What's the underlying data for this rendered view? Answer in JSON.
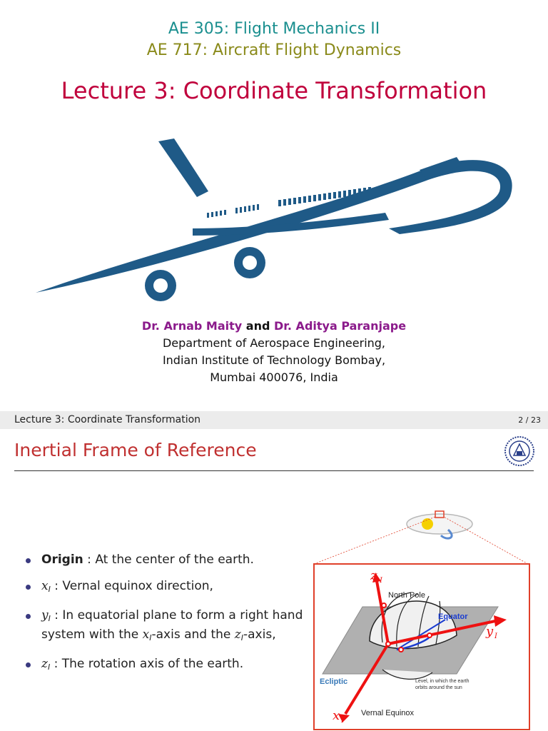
{
  "title_slide": {
    "course_1": "AE 305: Flight Mechanics II",
    "course_2": "AE 717: Aircraft Flight Dynamics",
    "lecture_title": "Lecture 3: Coordinate Transformation",
    "author_1": "Dr. Arnab Maity",
    "conjunction": "and",
    "author_2": "Dr. Aditya Paranjape",
    "department": "Department of Aerospace Engineering,",
    "institute": "Indian Institute of Technology Bombay,",
    "address": "Mumbai 400076, India",
    "colors": {
      "course_1": "#1a8f8f",
      "course_2": "#8a8a1a",
      "lecture_title": "#c0003c",
      "author": "#8b1a8b",
      "plane": "#1f5a87"
    }
  },
  "slide2": {
    "header_title": "Lecture 3: Coordinate Transformation",
    "page": "2 / 23",
    "frame_title": "Inertial Frame of Reference",
    "bullets": [
      {
        "lead": "Origin",
        "sep": " : ",
        "text": "At the center of the earth."
      },
      {
        "sym": "x",
        "sub": "I",
        "text": " : Vernal equinox direction,"
      },
      {
        "sym": "y",
        "sub": "I",
        "text_1": " : In equatorial plane to form a right hand system with the ",
        "sym2": "x",
        "sub2": "I",
        "text_2": "-axis and the ",
        "sym3": "z",
        "sub3": "I",
        "text_3": "-axis,"
      },
      {
        "sym": "z",
        "sub": "I",
        "text": " : The rotation axis of the earth."
      }
    ],
    "figure": {
      "north_pole": "North Pole",
      "equator": "Equator",
      "ecliptic": "Ecliptic",
      "level_note_1": "Level, in which the earth",
      "level_note_2": "orbits around the sun",
      "vernal_equinox": "Vernal Equinox",
      "z_axis": "z",
      "y_axis": "y",
      "x_axis": "x",
      "axis_sub": "I",
      "colors": {
        "frame": "#e0402a",
        "axes": "#ee1111",
        "equator": "#1a3cd0",
        "ecliptic": "#3a7ab8"
      }
    }
  }
}
